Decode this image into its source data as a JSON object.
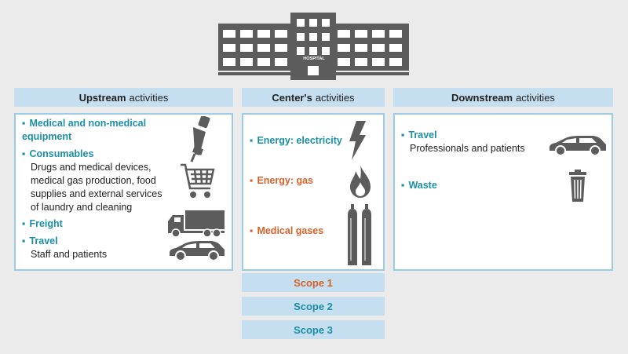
{
  "building": {
    "sign": "HOSPITAL"
  },
  "upstream": {
    "header_bold": "Upstream",
    "header_rest": "activities",
    "items": [
      {
        "title": "Medical and non-medical equipment"
      },
      {
        "title": "Consumables",
        "detail": "Drugs and medical devices, medical gas production, food supplies and external services of laundry and cleaning"
      },
      {
        "title": "Freight"
      },
      {
        "title": "Travel",
        "detail": "Staff and patients"
      }
    ]
  },
  "center": {
    "header_bold": "Center's",
    "header_rest": "activities",
    "items": [
      {
        "title": "Energy: electricity"
      },
      {
        "title": "Energy: gas"
      },
      {
        "title": "Medical gases"
      }
    ]
  },
  "downstream": {
    "header_bold": "Downstream",
    "header_rest": "activities",
    "items": [
      {
        "title": "Travel",
        "detail": "Professionals and patients"
      },
      {
        "title": "Waste"
      }
    ]
  },
  "scopes": [
    {
      "label": "Scope 1",
      "color": "#d4622a"
    },
    {
      "label": "Scope 2",
      "color": "#1a8fa6"
    },
    {
      "label": "Scope 3",
      "color": "#1a8fa6"
    }
  ],
  "colors": {
    "teal": "#1a8fa6",
    "orange": "#d4622a",
    "header_bg": "#c5dff0",
    "panel_border": "#9ccbe6",
    "icon": "#5c5c5c"
  }
}
